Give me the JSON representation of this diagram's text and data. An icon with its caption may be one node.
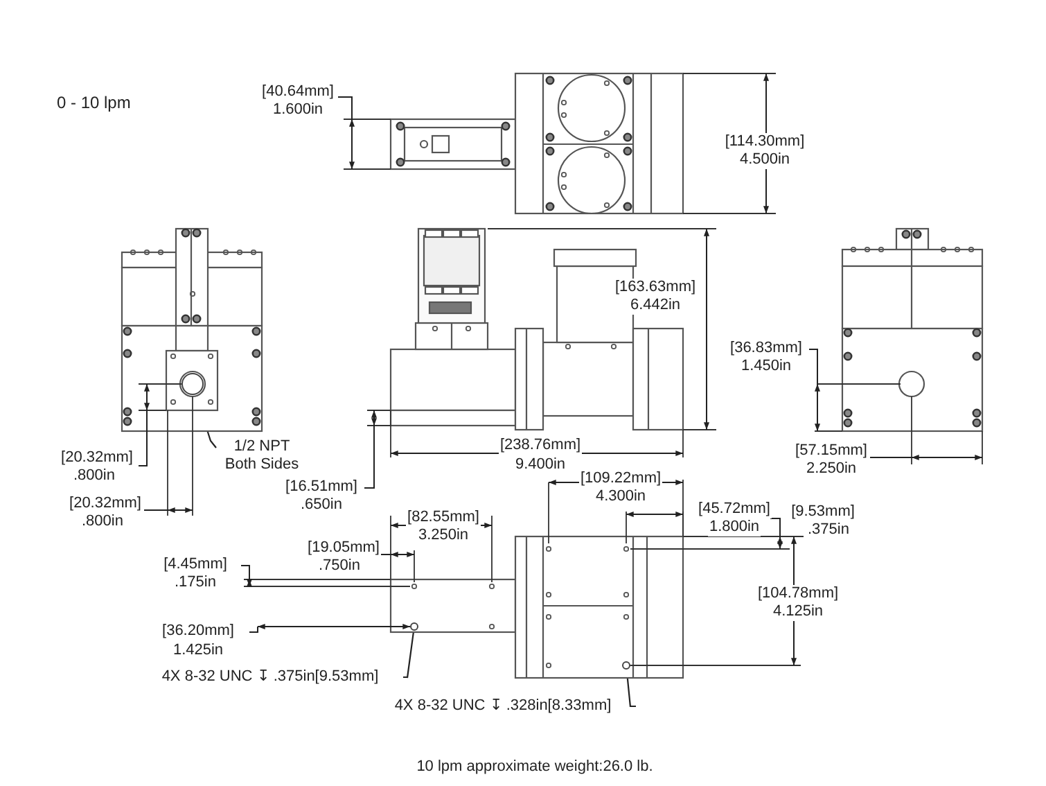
{
  "diagram": {
    "nodes": [
      {
        "text": [
          "1/2 NPT Both Sides"
        ]
      },
      {
        "text": [],
        "shape": "circle"
      },
      {
        "text": [
          "4X 8-32 UNC ↧ .375in[9.53mm]"
        ]
      },
      {
        "text": [],
        "shape": "circle"
      },
      {
        "text": [
          "4X 8-32 UNC ↧ .328in[8.33mm]"
        ]
      },
      {
        "text": [],
        "shape": "circle"
      }
    ],
    "edges": [
      {
        "from": 0,
        "to": 1,
        "arrow": "none"
      },
      {
        "from": 2,
        "to": 3,
        "arrow": "none"
      },
      {
        "from": 4,
        "to": 5,
        "arrow": "none"
      }
    ],
    "labels": [
      "0 - 10 lpm",
      "[40.64mm]",
      "1.600in",
      "[114.30mm]",
      "4.500in",
      "[163.63mm]",
      "6.442in",
      "[36.83mm]",
      "1.450in",
      "[20.32mm]",
      ".800in",
      "[238.76mm]",
      "9.400in",
      "[57.15mm]",
      "2.250in",
      "[16.51mm]",
      ".650in",
      "[20.32mm]",
      ".800in",
      "[109.22mm]",
      "4.300in",
      "[82.55mm]",
      "3.250in",
      "[45.72mm]",
      "1.800in",
      "[9.53mm]",
      ".375in",
      "[19.05mm]",
      ".750in",
      "[4.45mm]",
      ".175in",
      "[104.78mm]",
      "4.125in",
      "[36.20mm]",
      "1.425in",
      "10 lpm approximate weight:26.0 lb."
    ]
  }
}
